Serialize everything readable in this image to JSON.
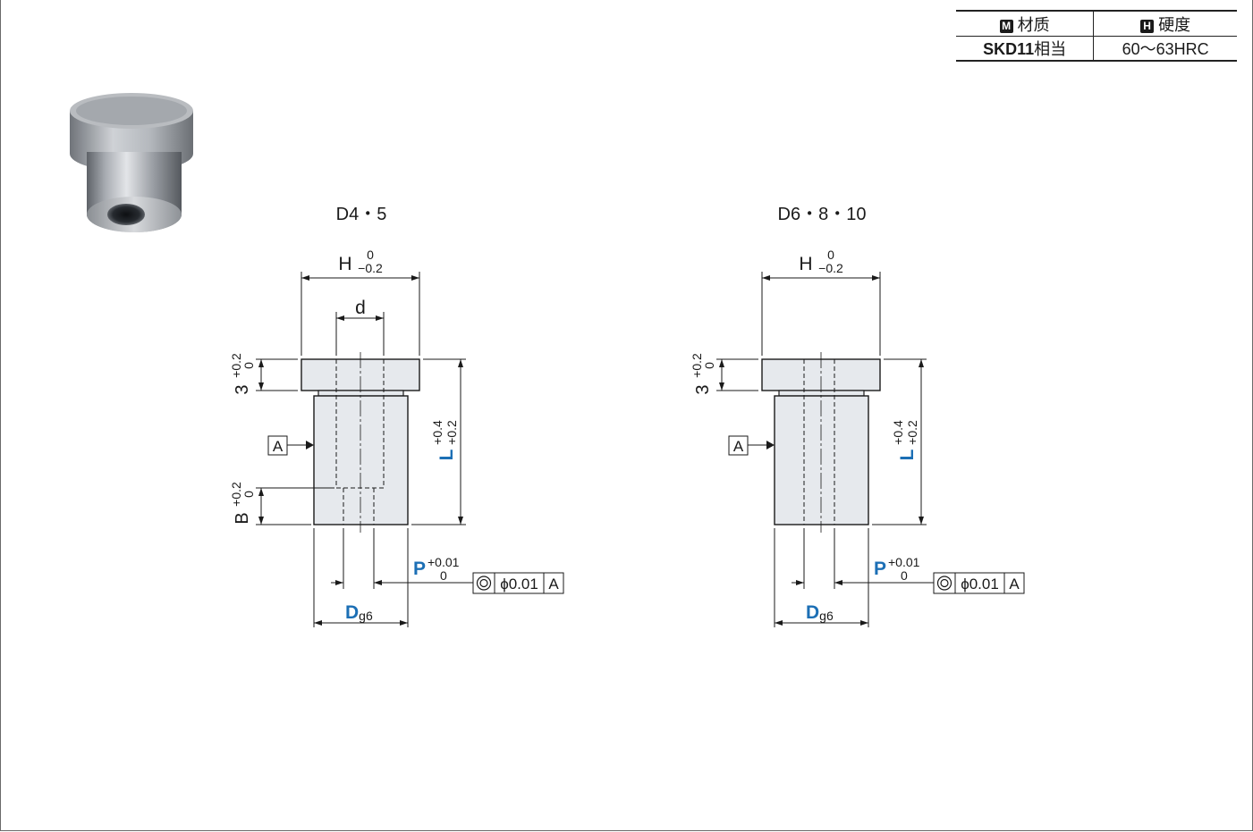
{
  "spec_table": {
    "material": {
      "badge": "M",
      "header": "材质",
      "value": "SKD11",
      "suffix": "相当"
    },
    "hardness": {
      "badge": "H",
      "header": "硬度",
      "value": "60～63HRC"
    }
  },
  "views": [
    {
      "title": "D4・5",
      "dim_h": {
        "letter": "H",
        "upper": "0",
        "lower": "−0.2"
      },
      "dim_d": "d",
      "dim_3": {
        "base": "3",
        "upper": "+0.2",
        "lower": "0"
      },
      "dim_b": {
        "base": "B",
        "upper": "+0.2",
        "lower": "0"
      },
      "dim_l": {
        "letter": "L",
        "upper": "+0.4",
        "lower": "+0.2"
      },
      "datum": "A",
      "dim_p": {
        "letter": "P",
        "upper": "+0.01",
        "lower": "0"
      },
      "tolerance": {
        "value": "ϕ0.01",
        "datum": "A"
      },
      "dim_dg6": {
        "letter": "D",
        "sub": "g6"
      }
    },
    {
      "title": "D6・8・10",
      "dim_h": {
        "letter": "H",
        "upper": "0",
        "lower": "−0.2"
      },
      "dim_3": {
        "base": "3",
        "upper": "+0.2",
        "lower": "0"
      },
      "dim_l": {
        "letter": "L",
        "upper": "+0.4",
        "lower": "+0.2"
      },
      "datum": "A",
      "dim_p": {
        "letter": "P",
        "upper": "+0.01",
        "lower": "0"
      },
      "tolerance": {
        "value": "ϕ0.01",
        "datum": "A"
      },
      "dim_dg6": {
        "letter": "D",
        "sub": "g6"
      }
    }
  ],
  "colors": {
    "accent": "#1c6fb5",
    "line": "#1a1a1a",
    "part_fill": "#e6e9ed"
  }
}
